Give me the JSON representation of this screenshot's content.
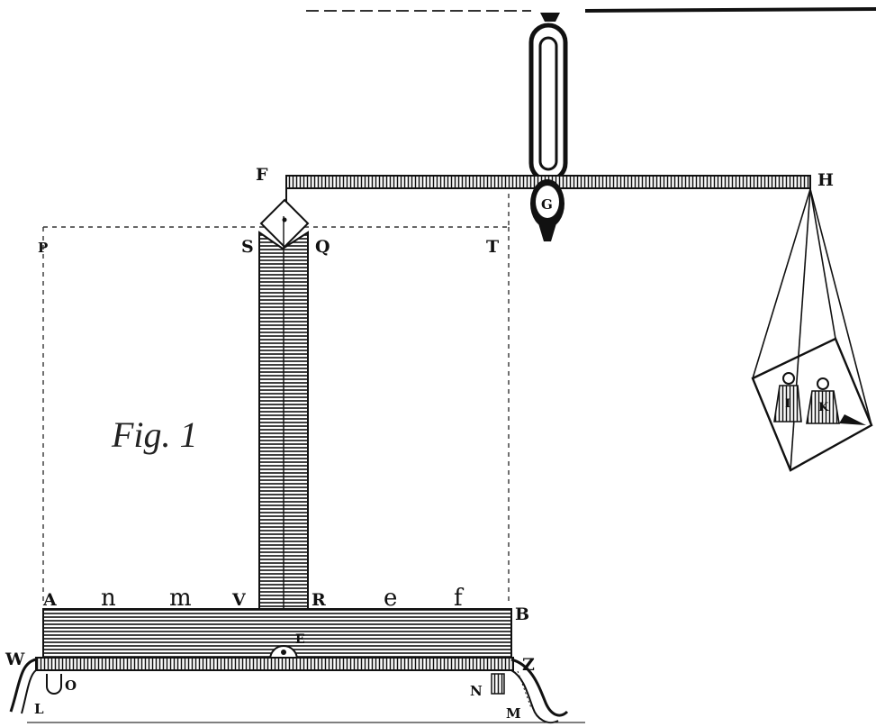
{
  "figure": {
    "title": "Fig. 1",
    "points": {
      "A": "A",
      "B": "B",
      "E": "E",
      "F": "F",
      "G": "G",
      "H": "H",
      "L": "L",
      "M": "M",
      "N": "N",
      "O": "O",
      "P": "P",
      "Q": "Q",
      "R": "R",
      "S": "S",
      "T": "T",
      "V": "V",
      "W": "W",
      "Z": "Z",
      "n": "n",
      "m": "m",
      "e": "e",
      "f": "f"
    },
    "weights": [
      "I",
      "K"
    ],
    "colors": {
      "ink": "#111111",
      "paper": "#ffffff"
    }
  }
}
